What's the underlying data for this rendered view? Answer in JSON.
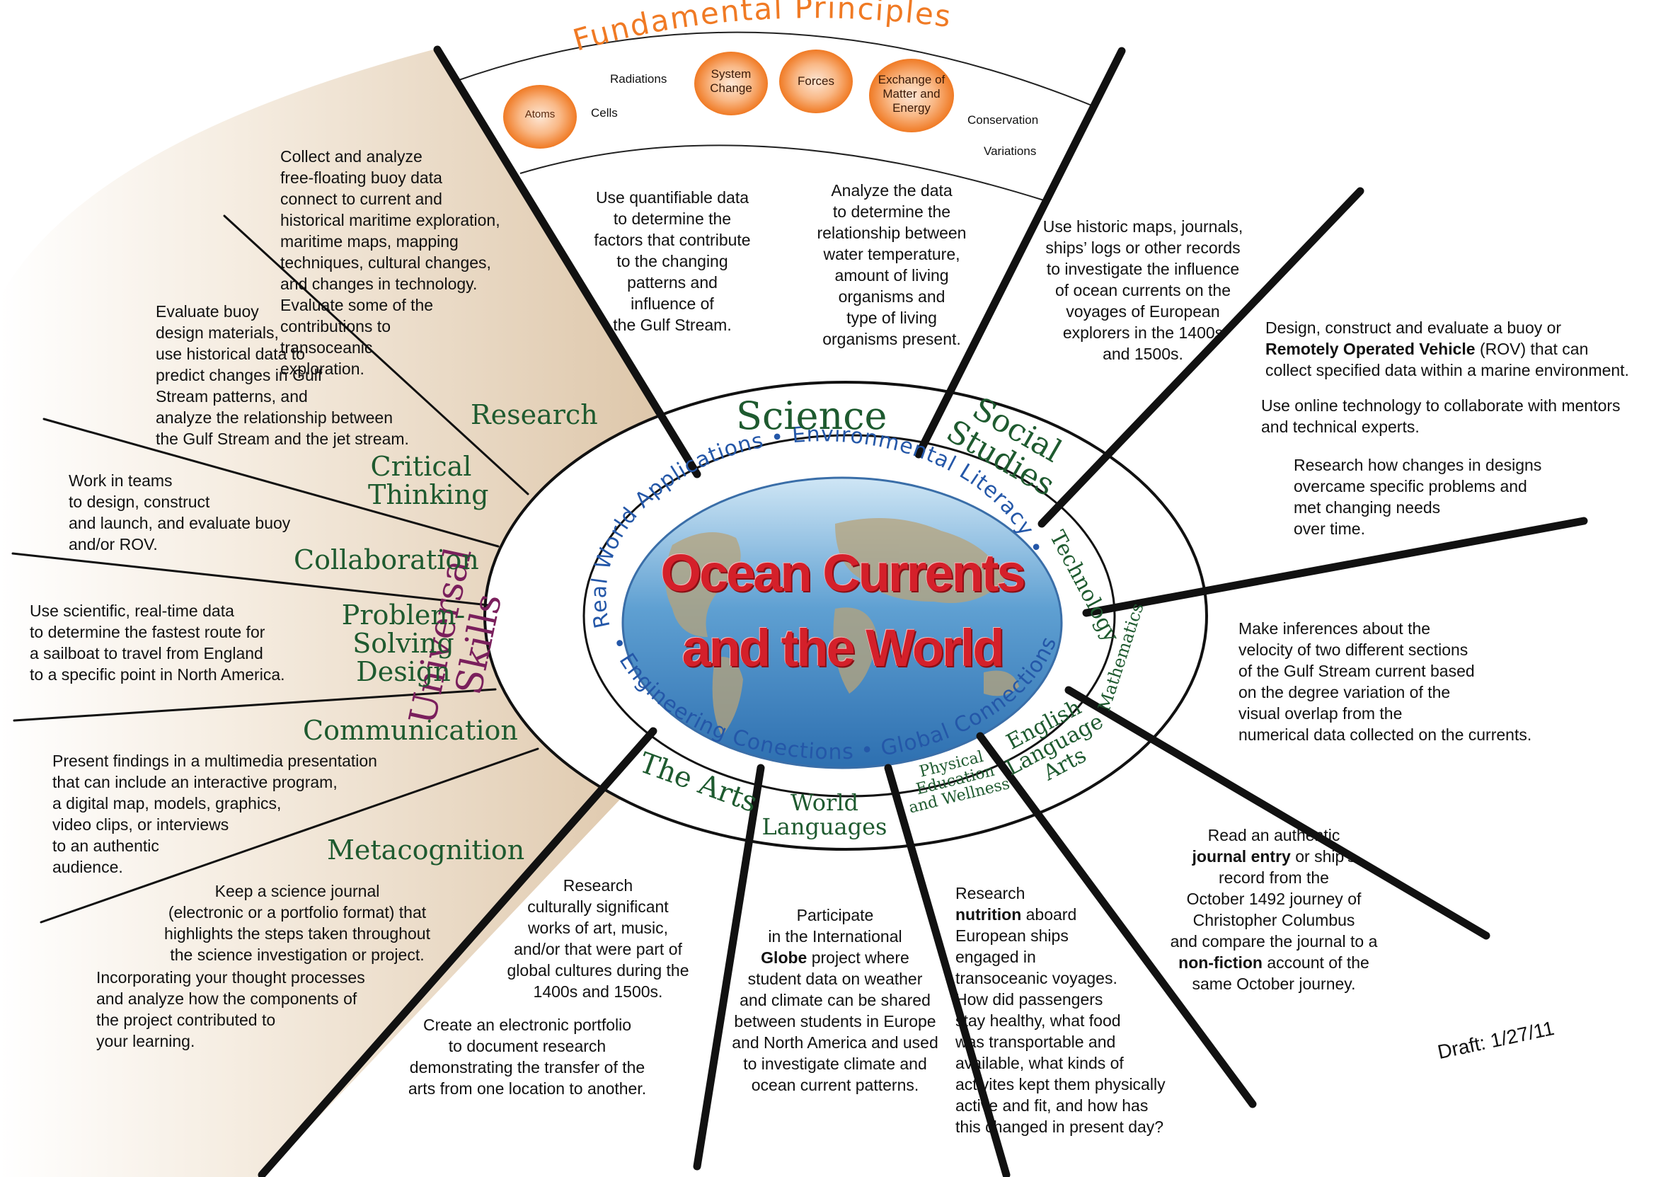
{
  "header": {
    "title": "Fundamental Principles"
  },
  "principles": {
    "circles": [
      "Atoms",
      "System Change",
      "Forces",
      "Exchange of Matter and Energy"
    ],
    "words": [
      "Radiations",
      "Cells",
      "Conservation",
      "Variations"
    ]
  },
  "center": {
    "title_line1": "Ocean Currents",
    "title_line2": "and the World",
    "ring_top": "Real World Applications • Environmental Literacy •",
    "ring_bottom": "• Engineering Conections • Global Connections"
  },
  "subjects": {
    "science": "Science",
    "social_studies": "Social Studies",
    "technology": "Technology",
    "mathematics": "Mathematics",
    "english": "English Language Arts",
    "pe": "Physical Education and Wellness",
    "world_languages": "World Languages",
    "the_arts": "The Arts",
    "universal_skills": "Universal Skills"
  },
  "skills": {
    "research": "Research",
    "critical": "Critical Thinking",
    "collaboration": "Collaboration",
    "problem": "Problem-Solving Design",
    "communication": "Communication",
    "metacognition": "Metacognition"
  },
  "activities": {
    "science_left": "Use quantifiable data\nto determine the\nfactors that contribute\nto the changing\npatterns and\ninfluence of\nthe Gulf Stream.",
    "science_right": "Analyze the data\nto determine the\nrelationship between\nwater temperature,\namount of living\norganisms and\ntype of living\norganisms present.",
    "social_studies": "Use historic maps, journals,\nships’ logs or other records\nto investigate the influence\nof ocean currents on the\nvoyages of European\nexplorers in the 1400s\nand 1500s.",
    "technology_1_a": "Design, construct and evaluate a buoy or",
    "technology_1_b": "Remotely Operated Vehicle",
    "technology_1_c": " (ROV) that can\ncollect specified data within a marine environment.",
    "technology_2": "Use online technology to collaborate with mentors\nand technical experts.",
    "technology_3": "Research how changes in designs\novercame specific problems and\nmet changing needs\nover time.",
    "mathematics": "Make inferences about the\nvelocity of two different sections\nof the Gulf Stream current based\non the degree variation of the\nvisual overlap from the\nnumerical data collected on the currents.",
    "english_a": "Read an authentic",
    "english_b": "journal entry",
    "english_c": " or ship’s\nrecord from the\nOctober 1492 journey of\nChristopher Columbus\nand compare the journal to a",
    "english_d": "non-fiction",
    "english_e": " account of the\nsame October journey.",
    "pe_a": "Research",
    "pe_b": "nutrition",
    "pe_c": " aboard\nEuropean ships\nengaged in\ntransoceanic voyages.\nHow did passengers\nstay healthy, what food\nwas transportable and\navailable, what kinds of\nactivites kept them physically\nactive and fit, and how has\nthis changed in present day?",
    "wl_a": "Participate\nin the International",
    "wl_b": "Globe",
    "wl_c": " project where\nstudent data on weather\nand climate can be shared\nbetween students in Europe\nand North America and used\nto investigate climate and\nocean current patterns.",
    "arts_1": "Research\nculturally significant\nworks of art, music,\nand/or that were part of\nglobal cultures during the\n1400s and 1500s.",
    "arts_2": "Create an electronic portfolio\nto document research\ndemonstrating the transfer of the\narts from one location to another.",
    "research": "Collect and analyze\nfree-floating buoy data\nconnect to current and\nhistorical maritime exploration,\nmaritime maps, mapping\ntechniques, cultural changes,\nand changes in technology.\nEvaluate some of the\ncontributions to\ntransoceanic\nexploration.",
    "critical": "Evaluate buoy\ndesign materials,\nuse historical data to\npredict changes in Gulf\nStream patterns, and\nanalyze the relationship between\nthe Gulf Stream and the jet stream.",
    "collaboration": "Work in teams\nto design, construct\nand launch, and evaluate buoy\nand/or ROV.",
    "problem": "Use scientific, real-time data\nto determine the fastest route for\na sailboat to travel from England\nto a specific point in North America.",
    "communication": "Present findings in a multimedia presentation\nthat can include an interactive program,\na digital map, models, graphics,\nvideo clips, or interviews\nto an authentic\naudience.",
    "metacognition_1": "Keep a science journal\n(electronic or a portfolio format) that\nhighlights the steps taken throughout\nthe science investigation or project.",
    "metacognition_2": "Incorporating your thought processes\nand analyze how the components of\nthe project contributed to\nyour learning."
  },
  "footer": {
    "draft": "Draft: 1/27/11"
  },
  "colors": {
    "orange": "#f07a24",
    "green": "#1e5a2f",
    "purple": "#7a1f5c",
    "blue": "#2457a8",
    "red": "#d4202a",
    "tan": "#e2cdb2"
  }
}
